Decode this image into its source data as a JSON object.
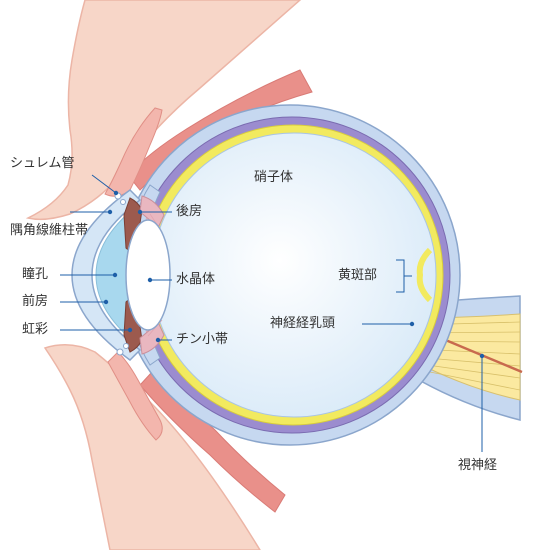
{
  "labels": {
    "schlemm": "シュレム管",
    "trabecular": "隅角線維柱帯",
    "pupil": "瞳孔",
    "anterior_chamber": "前房",
    "iris": "虹彩",
    "posterior_chamber": "後房",
    "vitreous": "硝子体",
    "lens": "水晶体",
    "zonule": "チン小帯",
    "macula": "黄斑部",
    "optic_disc": "神経経乳頭",
    "optic_nerve": "視神経"
  },
  "colors": {
    "skin": "#f7d6c8",
    "skin_edge": "#ecb5a6",
    "lid_muscle": "#e9908a",
    "lid_muscle_edge": "#d97b76",
    "sclera": "#c6d8f0",
    "choroid": "#9b8ccf",
    "retina": "#f2ea5f",
    "vitreous": "#e8f3fc",
    "lens": "#ffffff",
    "cornea": "#d5e6f6",
    "anterior_chamber": "#a8d8ee",
    "iris": "#9c5a4e",
    "nerve": "#fbe9a0",
    "nerve_line": "#c86a4e",
    "leader_line": "#1e5fa8"
  }
}
